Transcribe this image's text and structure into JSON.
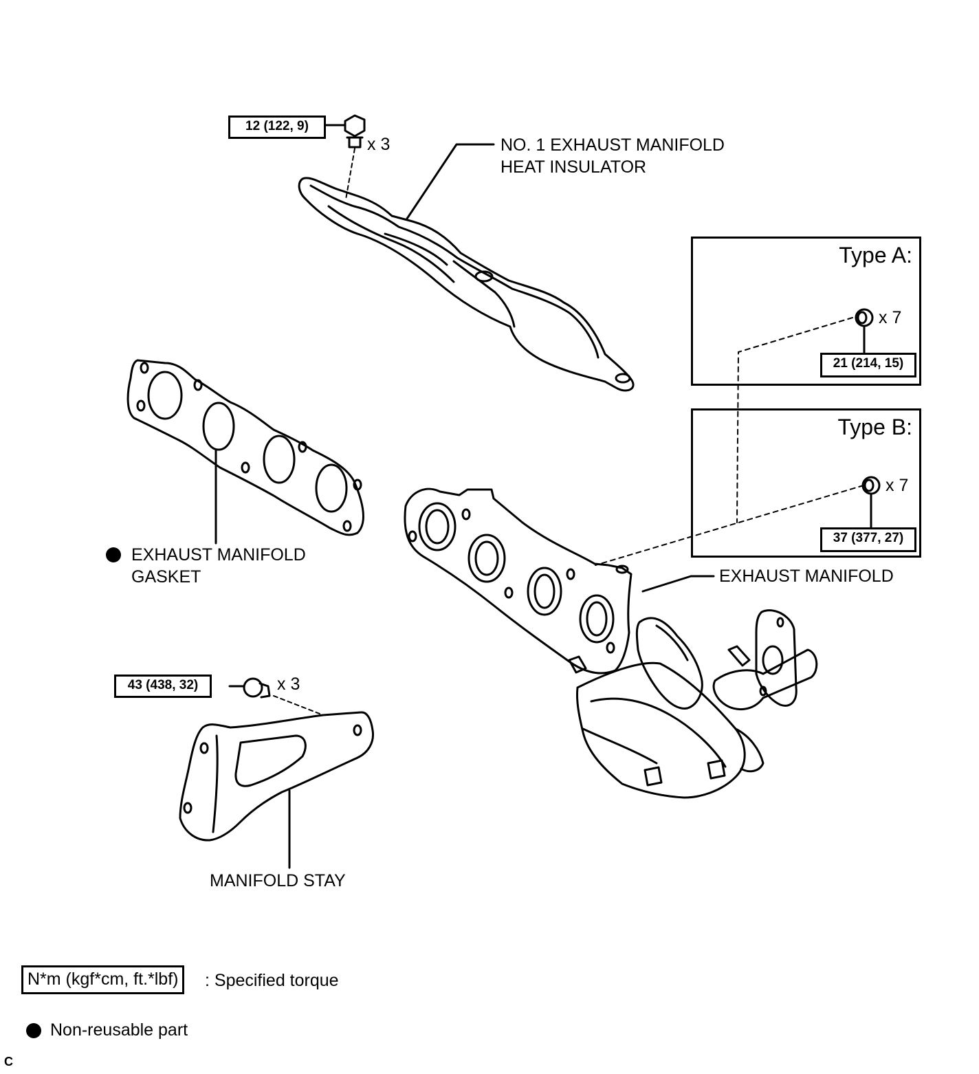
{
  "parts": {
    "heat_insulator": {
      "line1": "NO. 1 EXHAUST MANIFOLD",
      "line2": "HEAT INSULATOR"
    },
    "gasket": {
      "line1": "EXHAUST MANIFOLD",
      "line2": "GASKET"
    },
    "manifold": {
      "label": "EXHAUST MANIFOLD"
    },
    "stay": {
      "label": "MANIFOLD STAY"
    }
  },
  "torques": {
    "insulator_bolt": {
      "value": "12 (122, 9)",
      "qty": "x 3"
    },
    "stay_bolt": {
      "value": "43 (438, 32)",
      "qty": "x 3"
    },
    "type_a_nut": {
      "value": "21 (214, 15)",
      "qty": "x 7"
    },
    "type_b_nut": {
      "value": "37 (377, 27)",
      "qty": "x 7"
    }
  },
  "types": {
    "a": "Type A:",
    "b": "Type B:"
  },
  "legend": {
    "torque_unit": "N*m (kgf*cm, ft.*lbf)",
    "torque_desc": ": Specified torque",
    "non_reusable": "Non-reusable part"
  },
  "corner_code": "C"
}
